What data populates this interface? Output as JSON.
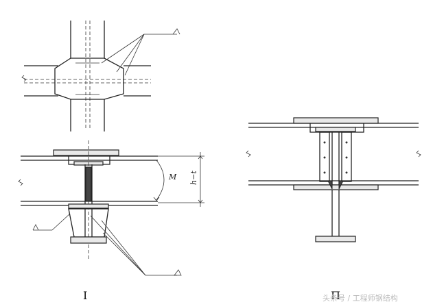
{
  "labels": {
    "view_1": "I",
    "view_2": "Π",
    "moment": "M",
    "dimension": "h−t"
  },
  "watermark": "头条号 / 工程师钢结构",
  "colors": {
    "line": "#222222",
    "background": "#ffffff"
  }
}
